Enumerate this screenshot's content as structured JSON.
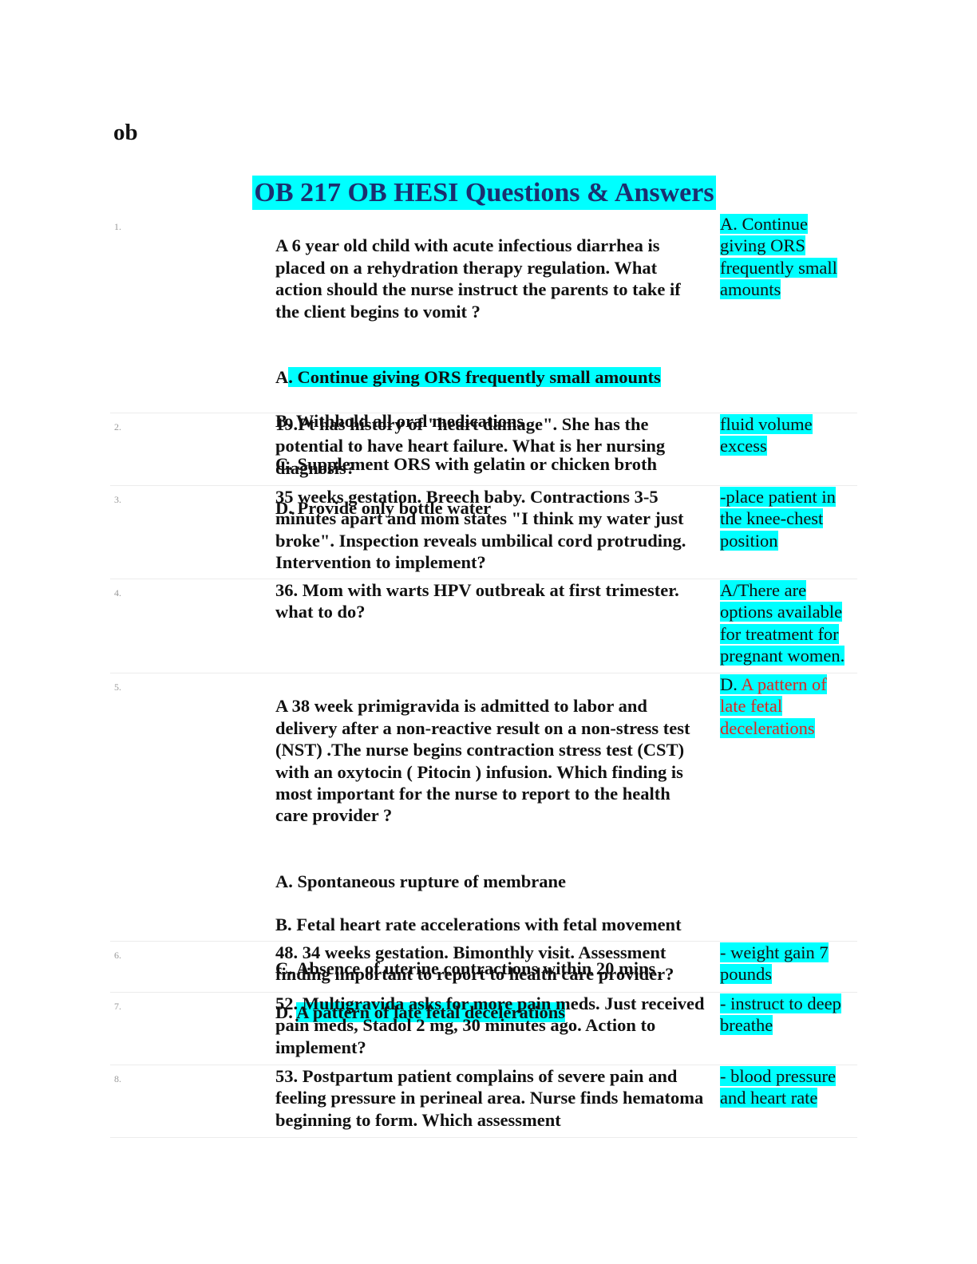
{
  "header": {
    "label": "ob"
  },
  "document": {
    "title": "OB 217 OB HESI Questions & Answers"
  },
  "items": [
    {
      "number": "1.",
      "question": "A 6 year old child with acute infectious diarrhea is placed on a rehydration therapy regulation. What action should the nurse instruct the parents to take if the client begins to vomit ?",
      "options": {
        "a_prefix": "A",
        "a_text": ". Continue giving ORS frequently small amounts",
        "b": "B. Withhold all oral medications",
        "c": "C. Supplement ORS with gelatin or chicken broth",
        "d": "D. Provide only bottle water"
      },
      "answer": "A. Continue giving ORS frequently small amounts"
    },
    {
      "number": "2.",
      "question": "19.Pt has history of \"heart damage\". She has the potential to have heart failure. What is her nursing diagnosis?",
      "answer": "fluid volume excess"
    },
    {
      "number": "3.",
      "question": "35 weeks gestation. Breech baby. Contractions 3-5 minutes apart and mom states \"I think my water just broke\". Inspection reveals umbilical cord protruding. Intervention to implement?",
      "answer": "-place patient in the knee-chest position"
    },
    {
      "number": "4.",
      "question": "36. Mom with warts HPV outbreak at first trimester. what to do?",
      "answer": "A/There are options available for treatment for pregnant women."
    },
    {
      "number": "5.",
      "question": "A 38 week primigravida is admitted to labor and delivery after a non-reactive result on a non-stress test (NST) .The nurse begins contraction stress test (CST) with an oxytocin ( Pitocin ) infusion. Which finding is most important for the nurse to report to the health care provider ?",
      "options": {
        "a": "A. Spontaneous rupture of membrane",
        "b": "B. Fetal heart rate accelerations with fetal movement",
        "c": "C. Absence of uterine contractions within 20 mins",
        "d_prefix": "D. ",
        "d_text": "A pattern of late fetal decelerations"
      },
      "answer_prefix": "D. ",
      "answer_text": "A pattern of late fetal decelerations",
      "accent_color": "#e0261f"
    },
    {
      "number": "6.",
      "question": "48. 34 weeks gestation. Bimonthly visit. Assessment finding important to report to health care provider?",
      "answer": "- weight gain 7 pounds"
    },
    {
      "number": "7.",
      "question": "52. Multigravida asks for more pain meds. Just received pain meds, Stadol 2 mg, 30 minutes ago. Action to implement?",
      "answer": "- instruct to deep breathe"
    },
    {
      "number": "8.",
      "question": "53. Postpartum patient complains of severe pain and feeling pressure in perineal area. Nurse finds hematoma beginning to form. Which assessment",
      "answer": "- blood pressure and heart rate"
    }
  ],
  "colors": {
    "highlight": "#00ffff",
    "title_text": "#1c2f6f"
  }
}
